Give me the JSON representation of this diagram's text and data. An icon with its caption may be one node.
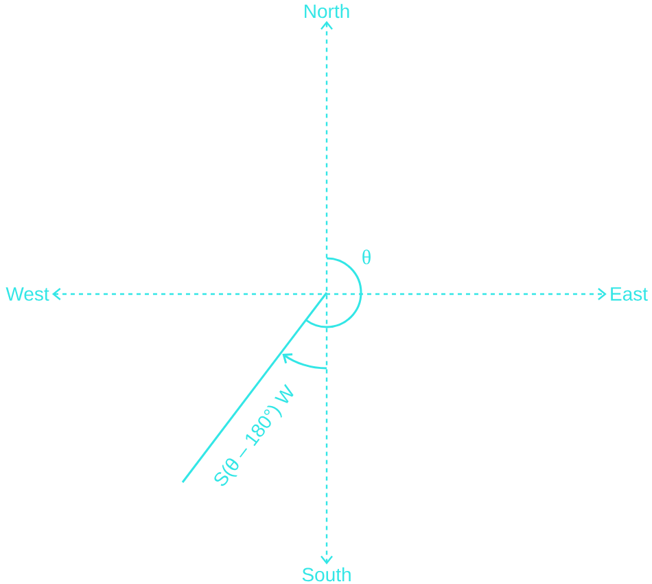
{
  "diagram": {
    "nodes": [
      {
        "text": [
          "North"
        ]
      },
      {
        "text": [
          "South"
        ]
      },
      {
        "text": [
          "East"
        ]
      },
      {
        "text": [
          "West"
        ]
      }
    ],
    "edges": [
      {
        "from": 3,
        "to": 2,
        "arrow": "both",
        "style": "dashed"
      },
      {
        "from": 0,
        "to": 1,
        "arrow": "both",
        "style": "dashed"
      }
    ],
    "labels": [
      "θ",
      "S(θ – 180°) W"
    ]
  }
}
